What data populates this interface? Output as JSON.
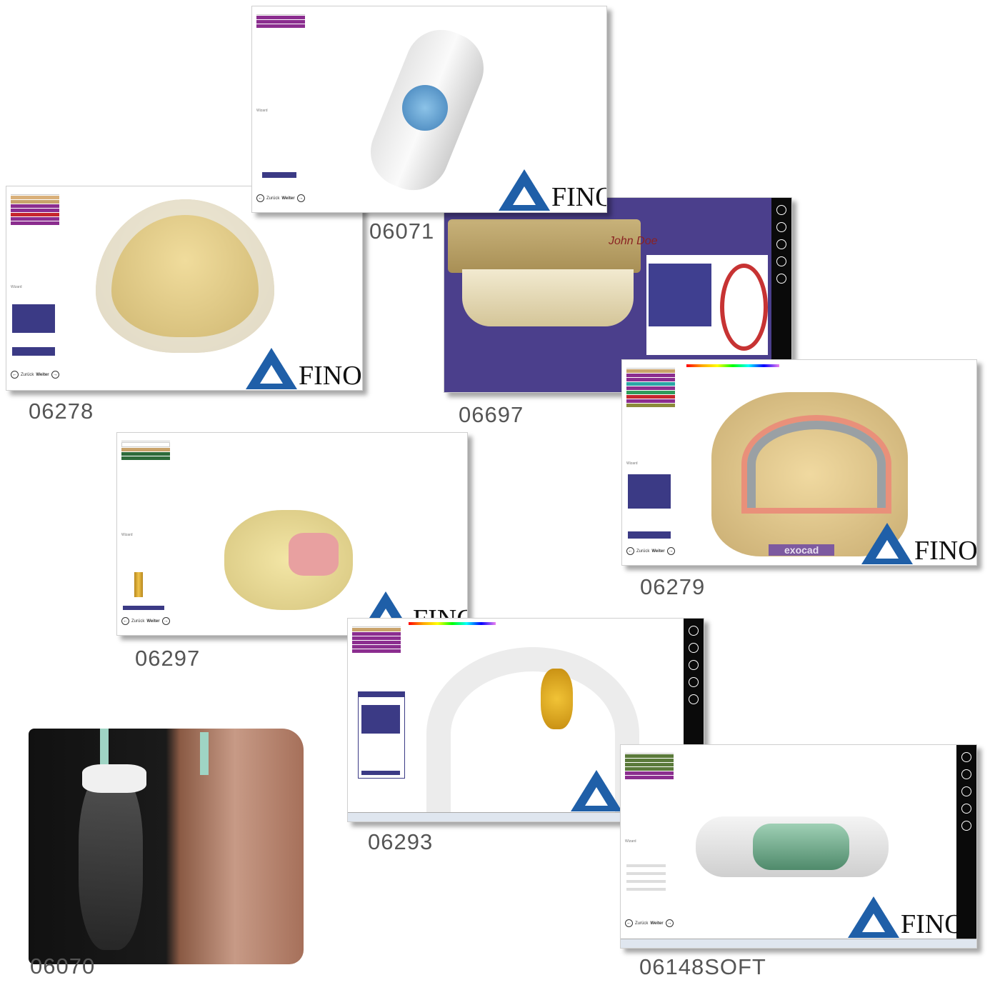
{
  "products": [
    {
      "code": "06071"
    },
    {
      "code": "06278"
    },
    {
      "code": "06697"
    },
    {
      "code": "06279"
    },
    {
      "code": "06297"
    },
    {
      "code": "06293"
    },
    {
      "code": "06070"
    },
    {
      "code": "06148SOFT"
    }
  ],
  "brand": {
    "logo_text": "FINO",
    "exocad": "exocad",
    "logo_color": "#1f5fa8"
  },
  "ui": {
    "back": "Zurück",
    "next": "Weiter",
    "wizard": "Wizard"
  },
  "scan_label": "John Doe",
  "colors": {
    "sidebar_purple": "#8b2d8f",
    "sidebar_tan": "#c9a36b",
    "viewport_purple": "#4b3f8c"
  }
}
